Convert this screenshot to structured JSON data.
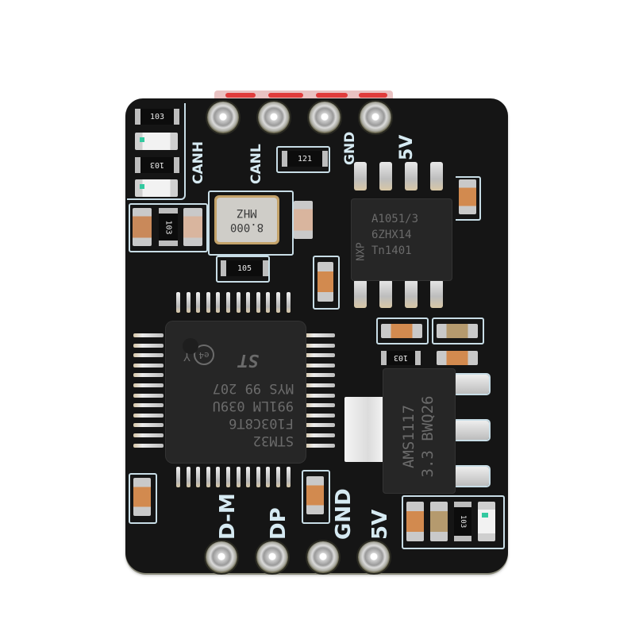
{
  "image": {
    "subject": "USB to CAN adapter PCB module (black board)",
    "background_color": "#ffffff",
    "board_color": "#151515",
    "silkscreen_color": "#d6eaf2"
  },
  "top_header": {
    "pins": [
      "CANH",
      "CANL",
      "GND",
      "5V"
    ]
  },
  "bottom_header": {
    "pins": [
      "D-M",
      "DP",
      "GND",
      "5V"
    ]
  },
  "components": {
    "resistors_top_left": [
      "103",
      "103"
    ],
    "resistor_left_column": "103",
    "resistor_termination": "121",
    "resistor_below_crystal": "105",
    "resistor_regulator": "103",
    "resistor_bottom_right": "103",
    "crystal": {
      "line1": "MHZ",
      "line2": "8.000"
    },
    "mcu": {
      "brand": "ST",
      "lines": [
        "STM32",
        "F103C8T6",
        "991LM 039U",
        "MYS 99 207"
      ],
      "marks": [
        "e4",
        "Y"
      ]
    },
    "can_transceiver": {
      "lines": [
        "A1051/3",
        "6ZHX14",
        "Tn1401"
      ],
      "brand": "NXP"
    },
    "regulator": {
      "lines": [
        "AMS1117",
        "3.3 BWQ26"
      ]
    }
  }
}
